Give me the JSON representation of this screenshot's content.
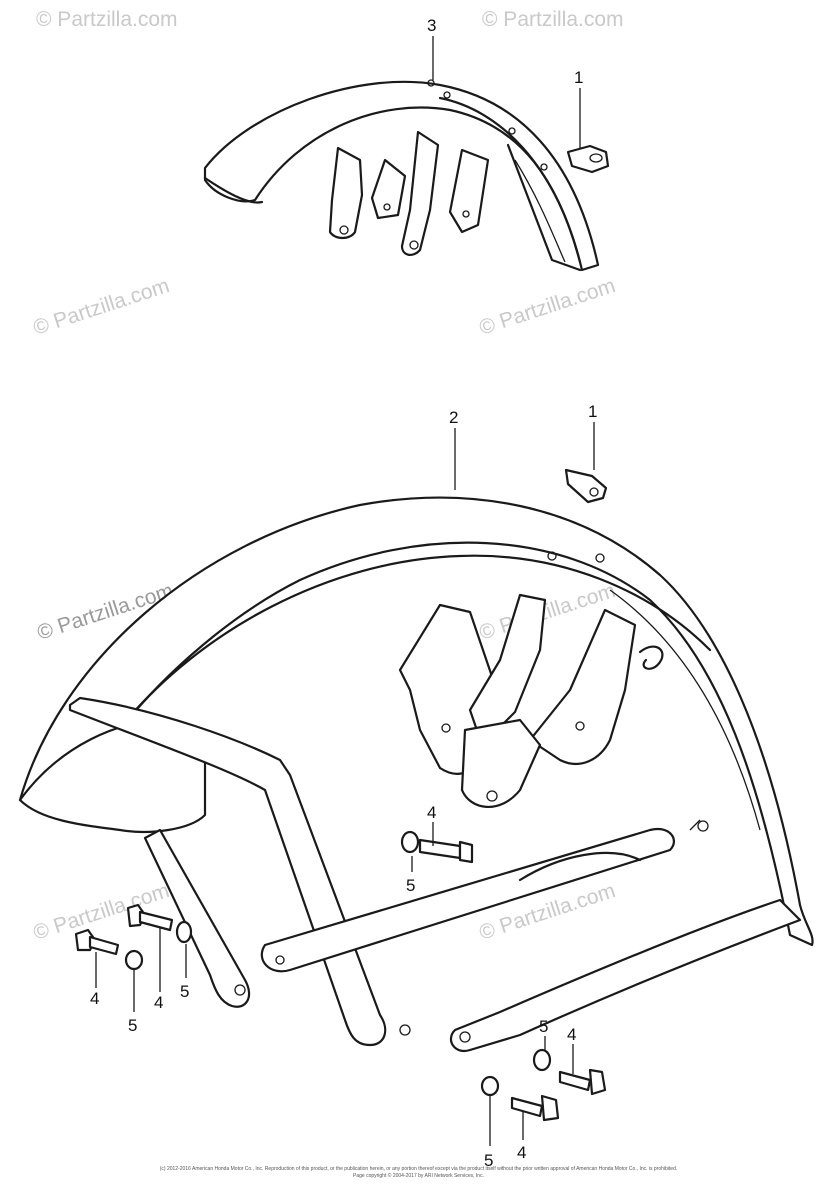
{
  "watermark": "© Partzilla.com",
  "callouts": {
    "c3_top": "3",
    "c1_top": "1",
    "c2": "2",
    "c1_mid": "1",
    "c4_a": "4",
    "c5_a": "5",
    "c4_b": "4",
    "c5_b": "5",
    "c4_c": "4",
    "c5_c": "5",
    "c5_d": "5",
    "c4_d": "4",
    "c5_e": "5",
    "c4_e": "4"
  },
  "footer": {
    "line1": "(c) 2012-2016 American Honda Motor Co., Inc. Reproduction of this product, or the publication herein, or any portion thereof except via the product itself without the prior written approval of American Honda Motor Co., Inc. is prohibited.",
    "line2": "Page copyright © 2004-2017 by ARI Network Services, Inc."
  }
}
